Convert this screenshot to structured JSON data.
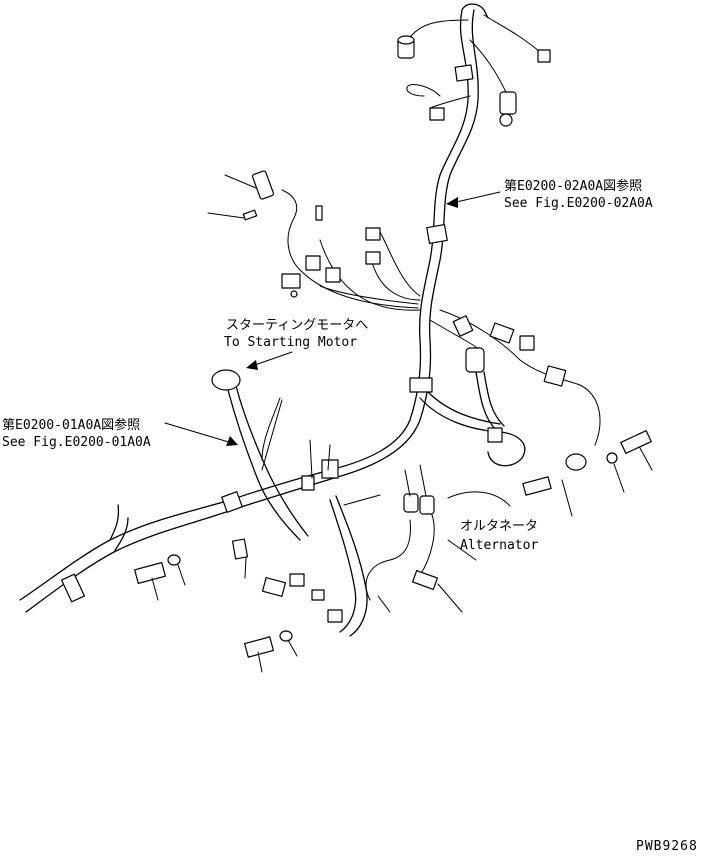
{
  "callouts": {
    "fig_02a0a": {
      "jp": "第E0200-02A0A図参照",
      "en": "See Fig.E0200-02A0A"
    },
    "starting_motor": {
      "jp": "スターティングモータへ",
      "en": "To Starting Motor"
    },
    "fig_01a0a": {
      "jp": "第E0200-01A0A図参照",
      "en": "See Fig.E0200-01A0A"
    },
    "alternator": {
      "jp": "オルタネータ",
      "en": "Alternator"
    }
  },
  "drawing_code": "PWB9268"
}
